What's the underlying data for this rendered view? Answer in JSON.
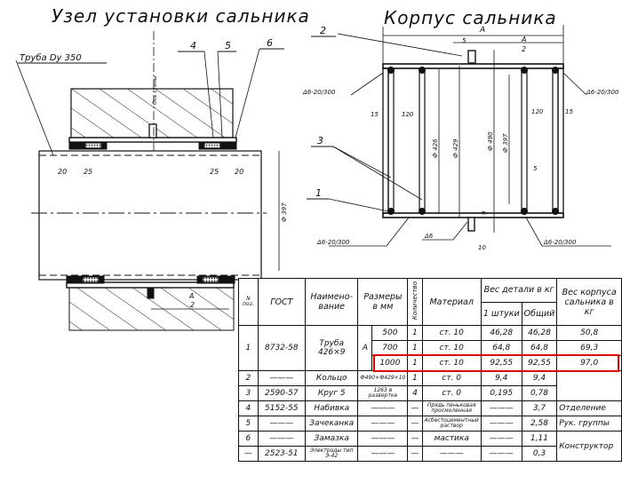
{
  "left_view": {
    "title": "Узел установки сальника",
    "labels": {
      "pipe": "Труба Dу 350",
      "axis": "Ось стены",
      "pos4": "4",
      "pos5": "5",
      "pos6": "6",
      "dim_20_left": "20",
      "dim_25_left": "25",
      "dim_25_right": "25",
      "dim_20_right": "20",
      "dim_d397": "Ф 397",
      "dim_half_a_num": "A",
      "dim_half_a_den": "2"
    }
  },
  "right_view": {
    "title": "Корпус сальника",
    "labels": {
      "pos2": "2",
      "pos3": "3",
      "pos1": "1",
      "dim_a": "A",
      "dim_5": "5",
      "dim_half_a_num": "A",
      "dim_half_a_den": "2",
      "weld_top_left": "Δ6-20/300",
      "weld_top_right": "Δ6-20/300",
      "weld_bottom_left": "Δ6-20/300",
      "weld_bottom_right": "Δ6-20/300",
      "weld_center": "Δ6",
      "dim_15_left": "15",
      "dim_120_left": "120",
      "dim_120_right": "120",
      "dim_15_right": "15",
      "dim_d426": "Ф 426",
      "dim_d429": "Ф 429",
      "dim_d490": "Ф 490",
      "dim_d397": "Ф 397",
      "dim_5_ring": "5",
      "dim_9": "9",
      "dim_10": "10"
    }
  },
  "spec_table": {
    "headers": {
      "pos": "N поз.",
      "gost": "ГОСТ",
      "name": "Наимено-вание",
      "sizes": "Размеры в мм",
      "qty": "Количество",
      "material": "Материал",
      "weight_part": "Вес детали в кг",
      "weight_one": "1 штуки",
      "weight_total": "Общий",
      "weight_body": "Вес корпуса сальника в кг"
    },
    "pipe_rows": {
      "pos": "1",
      "gost": "8732-58",
      "name_line1": "Труба",
      "name_line2": "426×9",
      "size_label": "A",
      "rows": [
        {
          "size": "500",
          "qty": "1",
          "material": "ст. 10",
          "one": "46,28",
          "total": "46,28",
          "body": "50,8"
        },
        {
          "size": "700",
          "qty": "1",
          "material": "ст. 10",
          "one": "64,8",
          "total": "64,8",
          "body": "69,3"
        },
        {
          "size": "1000",
          "qty": "1",
          "material": "ст. 10",
          "one": "92,55",
          "total": "92,55",
          "body": "97,0"
        }
      ]
    },
    "rows": [
      {
        "pos": "2",
        "gost": "———",
        "name": "Кольцо",
        "size": "Ф490×Ф429×10",
        "qty": "1",
        "material": "ст. 0",
        "one": "9,4",
        "total": "9,4"
      },
      {
        "pos": "3",
        "gost": "2590-57",
        "name": "Круг 5",
        "size": "1263 в развертке",
        "qty": "4",
        "material": "ст. 0",
        "one": "0,195",
        "total": "0,78"
      },
      {
        "pos": "4",
        "gost": "5152-55",
        "name": "Набивка",
        "size": "———",
        "qty": "—",
        "material": "Прядь пеньковая просмоленная",
        "one": "———",
        "total": "3,7"
      },
      {
        "pos": "5",
        "gost": "———",
        "name": "Зачеканка",
        "size": "———",
        "qty": "—",
        "material": "Асбестоцементный раствор",
        "one": "———",
        "total": "2,58"
      },
      {
        "pos": "6",
        "gost": "———",
        "name": "Замазка",
        "size": "———",
        "qty": "—",
        "material": "мастика",
        "one": "———",
        "total": "1,11"
      },
      {
        "pos": "—",
        "gost": "2523-51",
        "name": "Электроды тип Э-42",
        "size": "———",
        "qty": "—",
        "material": "———",
        "one": "———",
        "total": "0,3"
      }
    ],
    "signatures": {
      "department": "Отделение",
      "group_head": "Рук. группы",
      "designer": "Конструктор"
    },
    "highlight_color": "#e00000"
  }
}
